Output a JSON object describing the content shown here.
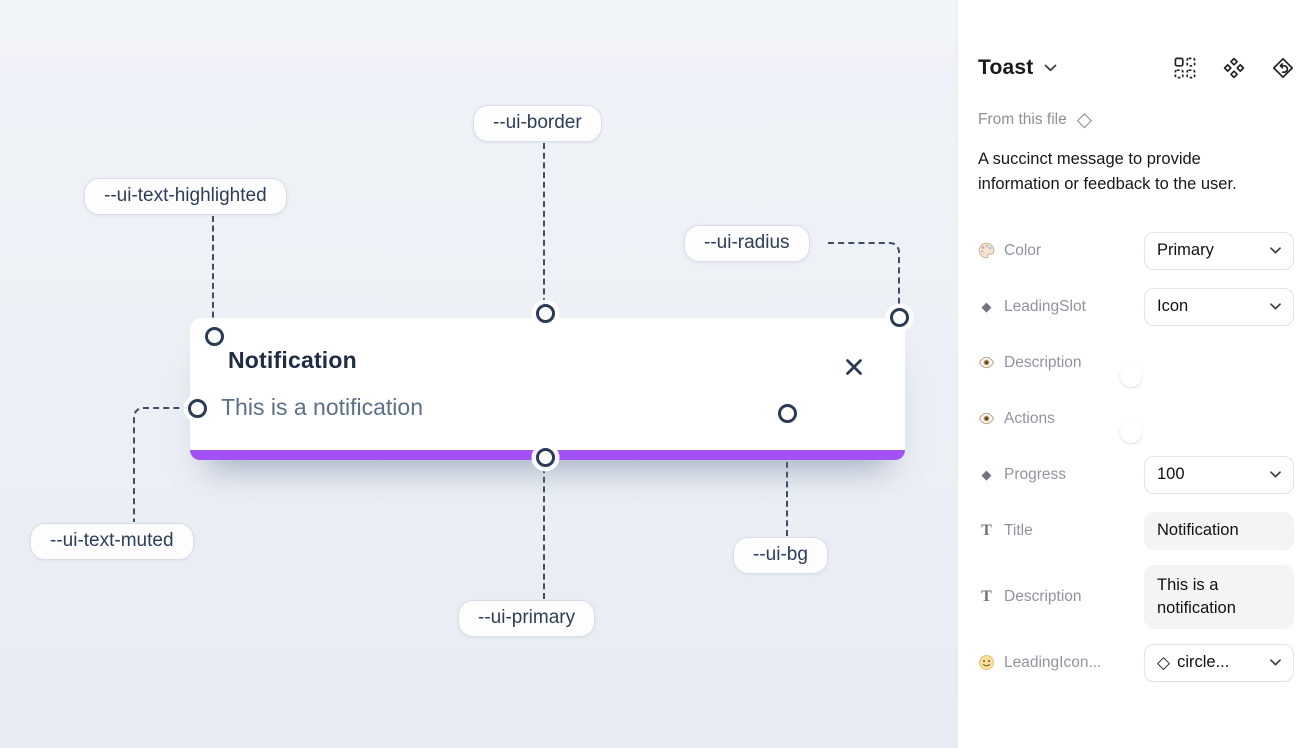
{
  "canvas": {
    "toast": {
      "title": "Notification",
      "description": "This is a notification"
    },
    "labels": {
      "border": "--ui-border",
      "text_highlighted": "--ui-text-highlighted",
      "radius": "--ui-radius",
      "text_muted": "--ui-text-muted",
      "primary": "--ui-primary",
      "bg": "--ui-bg"
    }
  },
  "panel": {
    "title": "Toast",
    "source_label": "From this file",
    "source_icon": "◇",
    "description": "A succinct message to provide information or feedback to the user.",
    "properties": [
      {
        "label": "Color",
        "value": "Primary"
      },
      {
        "label": "LeadingSlot",
        "value": "Icon"
      },
      {
        "label": "Description",
        "value": "on"
      },
      {
        "label": "Actions",
        "value": "on"
      },
      {
        "label": "Progress",
        "value": "100"
      },
      {
        "label": "Title",
        "value": "Notification"
      },
      {
        "label": "Description",
        "value": "This is a notification"
      },
      {
        "label": "LeadingIcon...",
        "value": "circle...",
        "value_icon": "◇"
      }
    ],
    "glyphs": {
      "diamond": "◆",
      "text": "T"
    }
  },
  "colors": {
    "primary_bar": "#A251F5",
    "toggle_on": "#1E9FFF",
    "canvas_bg": "#EEF1F6",
    "dash_line": "#3E4D68"
  }
}
